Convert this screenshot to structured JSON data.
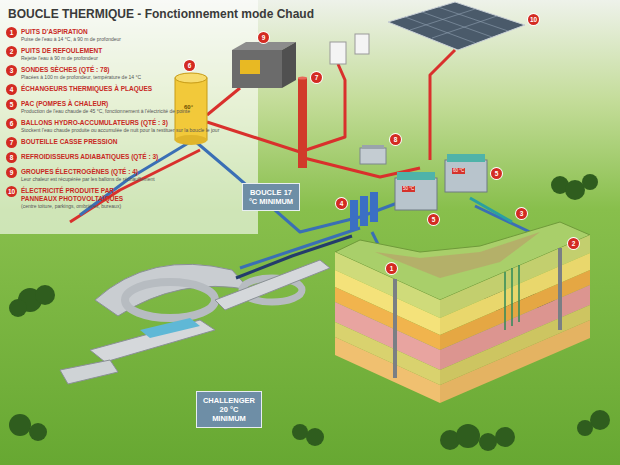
{
  "diagram": {
    "title": "BOUCLE THERMIQUE - Fonctionnement mode Chaud",
    "nodes": [
      {
        "text": [
          "BOUCLE 17 °C MINIMUM"
        ]
      },
      {
        "text": [
          "CHALLENGER 20 °C MINIMUM"
        ]
      }
    ],
    "labels": [
      "1",
      "PUITS D'ASPIRATION",
      "Puise de l'eau à 14 °C, à 90 m de profondeur",
      "2",
      "PUITS DE REFOULEMENT",
      "Rejette l'eau à 90 m de profondeur",
      "3",
      "SONDES SÈCHES (QTÉ : 78)",
      "Placées à 100 m de profondeur, température de 14 °C",
      "4",
      "ÉCHANGEURS THERMIQUES À PLAQUES",
      "5",
      "PAC (POMPES À CHALEUR)",
      "Production de l'eau chaude de 45 °C, fonctionnement à l'électricité de pointe",
      "6",
      "BALLONS HYDRO-ACCUMULATEURS (QTÉ : 3)",
      "Stockent l'eau chaude produite ou accumulée de nuit pour la restituer sur la boucle le jour",
      "7",
      "BOUTEILLE CASSE PRESSION",
      "8",
      "REFROIDISSEURS ADIABATIQUES (QTÉ : 3)",
      "9",
      "GROUPES ÉLECTROGÈNES (QTÉ : 4)",
      "Leur chaleur est récupérée par les ballons de réchauffement",
      "10",
      "ÉLECTRICITÉ PRODUITE PAR PANNEAUX PHOTOVOLTAÏQUES",
      "(centre toiture, parkings, ombrières, bureaux)",
      "6",
      "60°",
      "9",
      "10",
      "7",
      "8",
      "4",
      "5",
      "50 °C",
      "5",
      "60 °C",
      "3",
      "2",
      "1"
    ]
  }
}
